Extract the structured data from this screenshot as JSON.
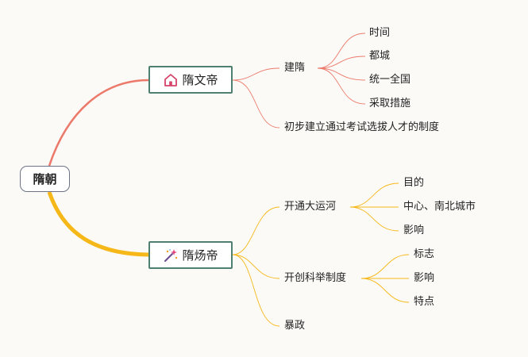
{
  "root": {
    "label": "隋朝"
  },
  "branches": [
    {
      "label": "隋文帝",
      "icon": "house-icon",
      "color": "#ec7a6b",
      "children": [
        {
          "label": "建隋",
          "children": [
            {
              "label": "时间"
            },
            {
              "label": "都城"
            },
            {
              "label": "统一全国"
            },
            {
              "label": "采取措施"
            }
          ]
        },
        {
          "label": "初步建立通过考试选拔人才的制度"
        }
      ]
    },
    {
      "label": "隋炀帝",
      "icon": "magic-wand-icon",
      "color": "#f6b818",
      "children": [
        {
          "label": "开通大运河",
          "children": [
            {
              "label": "目的"
            },
            {
              "label": "中心、南北城市"
            },
            {
              "label": "影响"
            }
          ]
        },
        {
          "label": "开创科举制度",
          "children": [
            {
              "label": "标志"
            },
            {
              "label": "影响"
            },
            {
              "label": "特点"
            }
          ]
        },
        {
          "label": "暴政"
        }
      ]
    }
  ]
}
